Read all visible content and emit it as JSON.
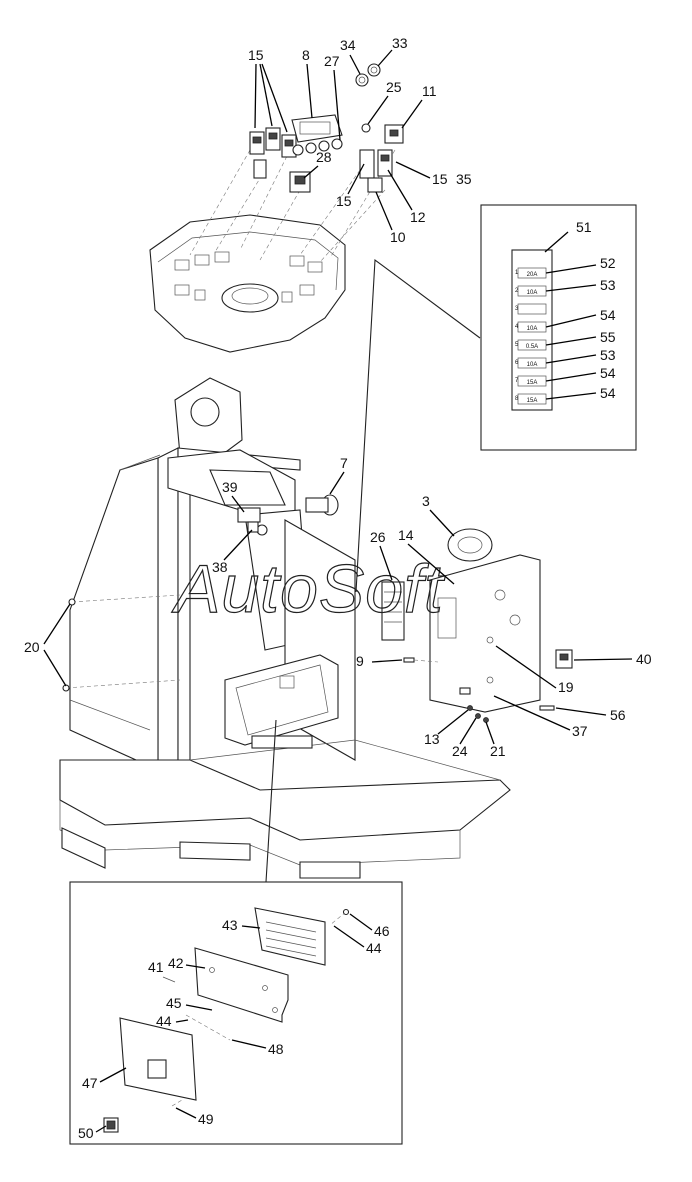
{
  "watermark": "AutoSoft",
  "callouts": {
    "c15a": "15",
    "c8": "8",
    "c34": "34",
    "c33": "33",
    "c27": "27",
    "c25": "25",
    "c11": "11",
    "c28": "28",
    "c15b": "15",
    "c15c": "15",
    "c35": "35",
    "c12": "12",
    "c10": "10",
    "c51": "51",
    "c52": "52",
    "c53a": "53",
    "c54a": "54",
    "c55": "55",
    "c53b": "53",
    "c54b": "54",
    "c54c": "54",
    "c7": "7",
    "c39": "39",
    "c38": "38",
    "c3": "3",
    "c26": "26",
    "c14": "14",
    "c20": "20",
    "c9": "9",
    "c40": "40",
    "c19": "19",
    "c56": "56",
    "c37": "37",
    "c13": "13",
    "c24": "24",
    "c21": "21",
    "c43": "43",
    "c46": "46",
    "c44a": "44",
    "c41": "41",
    "c42": "42",
    "c45": "45",
    "c44b": "44",
    "c48": "48",
    "c47": "47",
    "c49": "49",
    "c50": "50"
  },
  "fuses": {
    "f1": "20A",
    "f2": "10A",
    "f3": "",
    "f4": "10A",
    "f5": "0.5A",
    "f6": "10A",
    "f7": "15A",
    "f8": "15A"
  },
  "fuse_slots": [
    "1",
    "2",
    "3",
    "4",
    "5",
    "6",
    "7",
    "8"
  ]
}
